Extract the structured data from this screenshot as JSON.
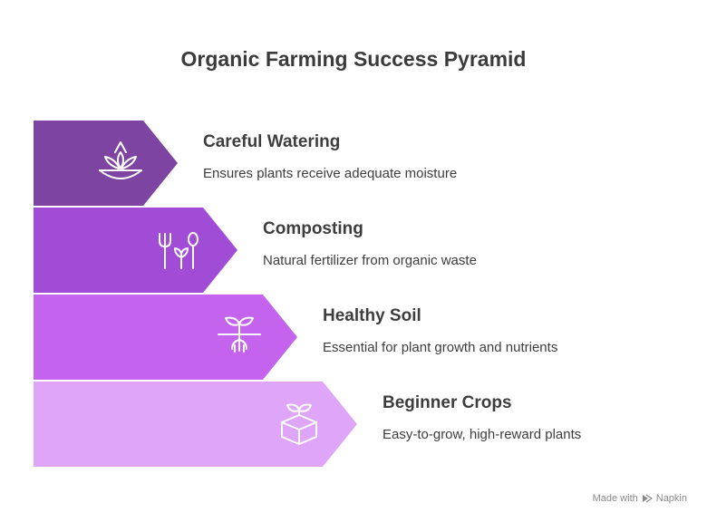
{
  "title": "Organic Farming Success Pyramid",
  "tiers": [
    {
      "heading": "Careful Watering",
      "description": "Ensures plants receive adequate moisture",
      "color": "#7d44a1",
      "icon": "bowl-plant-icon"
    },
    {
      "heading": "Composting",
      "description": "Natural fertilizer from organic waste",
      "color": "#a04cd6",
      "icon": "fork-sprout-spoon-icon"
    },
    {
      "heading": "Healthy Soil",
      "description": "Essential for plant growth and nutrients",
      "color": "#c363ee",
      "icon": "sprout-roots-icon"
    },
    {
      "heading": "Beginner Crops",
      "description": "Easy-to-grow, high-reward plants",
      "color": "#dfa5f8",
      "icon": "sprout-box-icon"
    }
  ],
  "watermark": {
    "prefix": "Made with",
    "brand": "Napkin"
  }
}
